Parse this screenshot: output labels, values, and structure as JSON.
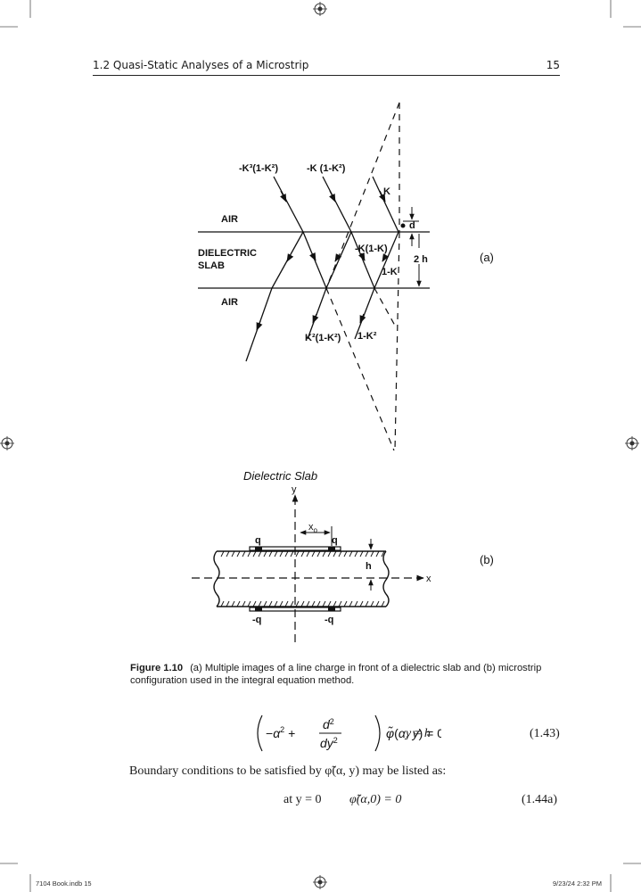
{
  "header": {
    "section_title": "1.2   Quasi-Static Analyses of a Microstrip",
    "page_number": "15"
  },
  "figure_a": {
    "label": "(a)",
    "top_left_label": "-K³(1-K²)",
    "top_mid_label": "-K (1-K²)",
    "k_label": "K",
    "air_top": "AIR",
    "dielectric_line1": "DIELECTRIC",
    "dielectric_line2": "SLAB",
    "air_bottom": "AIR",
    "mid_label": "-K(1-K)",
    "one_minus_k": "1-K",
    "bottom_left_label": "K²(1-K²)",
    "bottom_right_label": "1-K²",
    "d_label": "d",
    "two_h_label": "2 h"
  },
  "figure_b": {
    "label": "(b)",
    "title": "Dielectric Slab",
    "y_axis": "y",
    "x_axis": "x",
    "x0_label": "x",
    "x0_sub": "o",
    "q_left": "q",
    "q_right": "q",
    "h_label": "h",
    "neg_q_left": "-q",
    "neg_q_right": "-q"
  },
  "caption": {
    "number": "Figure 1.10",
    "text": "(a) Multiple images of a line charge in front of a dielectric slab and (b) microstrip configuration used in the integral equation method."
  },
  "equations": {
    "eq143_number": "(1.43)",
    "eq143_condition": "y ≠ h",
    "paragraph": "Boundary conditions to be satisfied by φ̃(α, y) may be listed as:",
    "eq144_condition": "at y = 0",
    "eq144_expr": "φ̃(α,0) = 0",
    "eq144_number": "(1.44a)"
  },
  "footer": {
    "left": "7104 Book.indb   15",
    "right": "9/23/24   2:32 PM"
  }
}
